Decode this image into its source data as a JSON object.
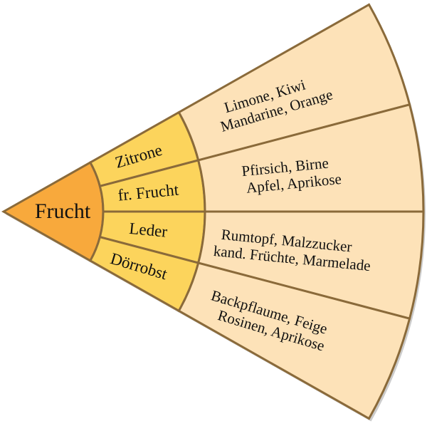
{
  "root": {
    "label": "Frucht",
    "color": "#f8a93c"
  },
  "colors": {
    "middle": "#fcd45c",
    "outer": "#fde2b8",
    "border": "#8a6a3a"
  },
  "segments": [
    {
      "label": "Zitrone",
      "details": [
        "Limone, Kiwi",
        "Mandarine, Orange"
      ]
    },
    {
      "label": "fr. Frucht",
      "details": [
        "Pfirsich, Birne",
        "Apfel, Aprikose"
      ]
    },
    {
      "label": "Leder",
      "details": [
        "Rumtopf, Malzzucker",
        "kand. Früchte, Marmelade"
      ]
    },
    {
      "label": "Dörrobst",
      "details": [
        "Backpflaume, Feige",
        "Rosinen, Aprikose"
      ]
    }
  ]
}
